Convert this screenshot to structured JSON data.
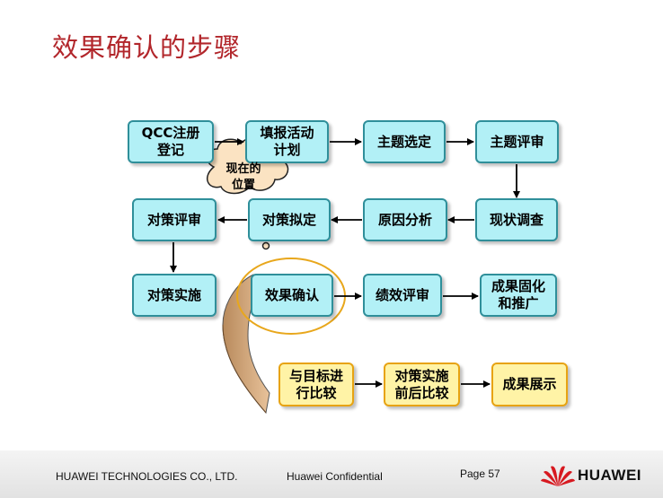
{
  "title": "效果确认的步骤",
  "flow": {
    "qcc_register": "QCC注册\n登记",
    "fill_activity_plan": "填报活动\n计划",
    "topic_selection": "主题选定",
    "topic_review": "主题评审",
    "current_survey": "现状调查",
    "cause_analysis": "原因分析",
    "countermeasure_draft": "对策拟定",
    "countermeasure_review": "对策评审",
    "countermeasure_implement": "对策实施",
    "effect_confirm": "效果确认",
    "performance_review": "绩效评审",
    "result_consolidate": "成果固化\n和推广"
  },
  "sub_flow": {
    "compare_target": "与目标进\n行比较",
    "compare_before_after": "对策实施\n前后比较",
    "result_show": "成果展示"
  },
  "callout": "现在的\n位置",
  "footer": {
    "company": "HUAWEI TECHNOLOGIES CO., LTD.",
    "confidential": "Huawei Confidential",
    "page": "Page 57",
    "brand": "HUAWEI"
  },
  "colors": {
    "title": "#b2262b",
    "box_fill": "#b2f0f6",
    "box_border": "#2f8f9a",
    "sub_fill": "#fff3a6",
    "sub_border": "#e7a312",
    "cloud_fill": "#fbe3c2",
    "highlight_ring": "#e8a71c",
    "brand_red": "#d71920"
  }
}
